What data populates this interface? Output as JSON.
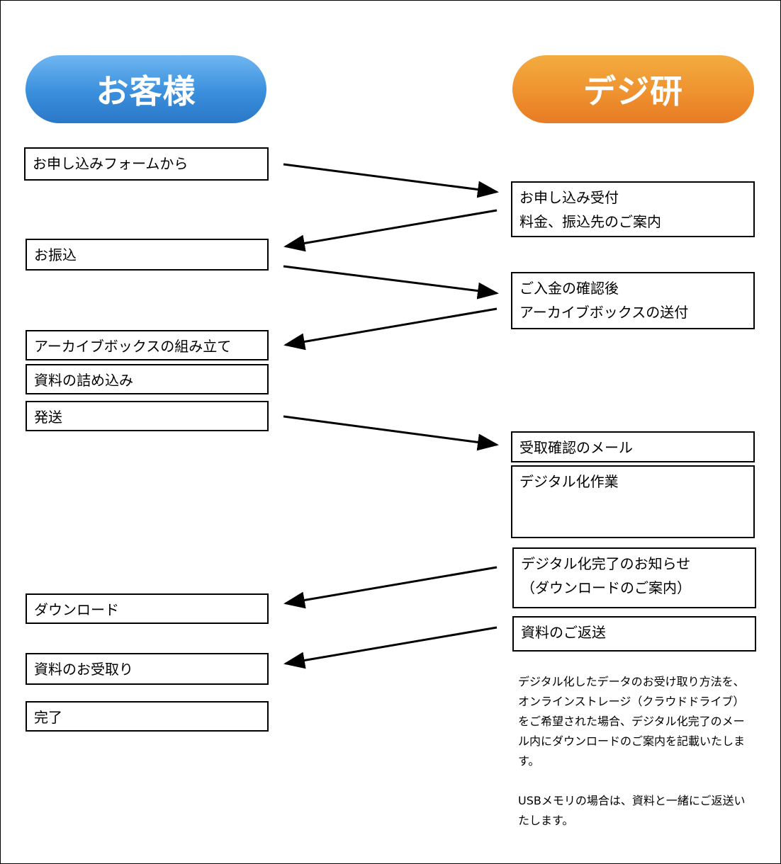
{
  "headers": {
    "customer": "お客様",
    "digiken": "デジ研"
  },
  "customer_steps": {
    "apply": "お申し込みフォームから",
    "transfer": "お振込",
    "assemble": "アーカイブボックスの組み立て",
    "pack": "資料の詰め込み",
    "ship": "発送",
    "download": "ダウンロード",
    "receive": "資料のお受取り",
    "done": "完了"
  },
  "digiken_steps": {
    "accept_line1": "お申し込み受付",
    "accept_line2": "料金、振込先のご案内",
    "confirm_line1": "ご入金の確認後",
    "confirm_line2": "アーカイブボックスの送付",
    "receipt_mail": "受取確認のメール",
    "digitize": "デジタル化作業",
    "complete_line1": "デジタル化完了のお知らせ",
    "complete_line2": "（ダウンロードのご案内）",
    "return": "資料のご返送"
  },
  "note": {
    "paragraph1": "デジタル化したデータのお受け取り方法を、オンラインストレージ（クラウドドライブ）をご希望された場合、デジタル化完了のメール内にダウンロードのご案内を記載いたします。",
    "paragraph2": "USBメモリの場合は、資料と一緒にご返送いたします。"
  }
}
